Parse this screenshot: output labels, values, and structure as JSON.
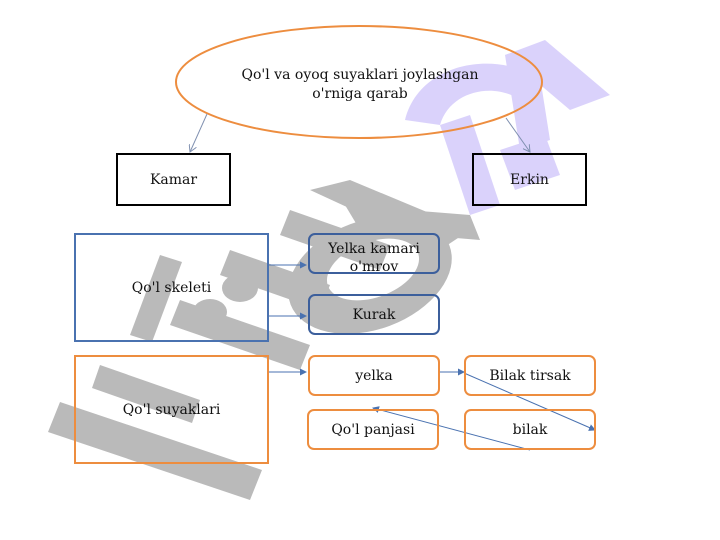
{
  "diagram": {
    "root": {
      "text_line1": "Qo'l va oyoq suyaklari joylashgan",
      "text_line2": "o'rniga qarab"
    },
    "categories": [
      {
        "label": "Kamar"
      },
      {
        "label": "Erkin"
      }
    ],
    "groups": [
      {
        "label": "Qo'l skeleti",
        "children": [
          {
            "label_line1": "Yelka kamari",
            "label_line2": "o'mrov"
          },
          {
            "label": "Kurak"
          }
        ]
      },
      {
        "label": "Qo'l suyaklari",
        "children": [
          {
            "label": "yelka"
          },
          {
            "label": "Bilak tirsak"
          },
          {
            "label": "bilak"
          },
          {
            "label": "Qo'l panjasi"
          }
        ]
      }
    ],
    "colors": {
      "ellipse_stroke": "#ed8d3f",
      "blue_stroke": "#4a72b0",
      "orange_stroke": "#ed8d3f",
      "arrow": "#4a72b0",
      "watermark_gray": "#b3b3b3",
      "watermark_purple": "#d9d0fb"
    }
  },
  "watermark": {
    "text": "Hujjat 24"
  }
}
